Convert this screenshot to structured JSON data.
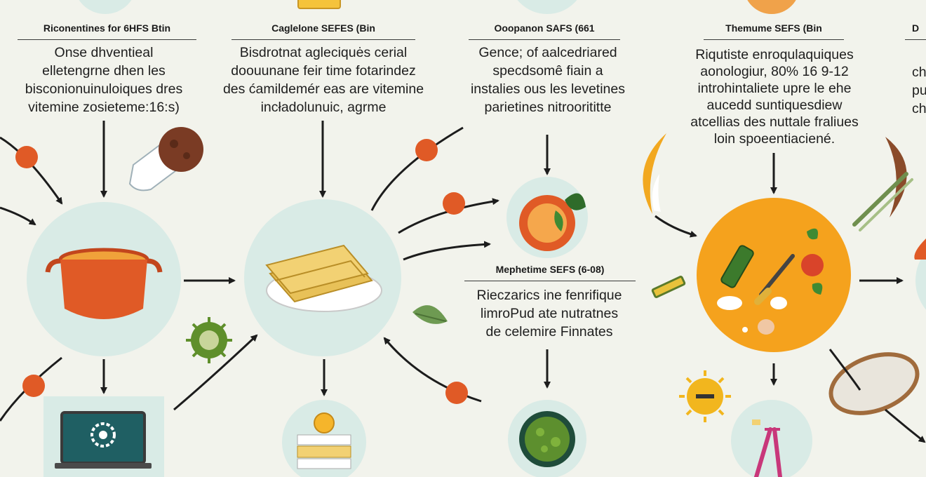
{
  "steps": [
    {
      "header": "Riconentines for 6HFS Btin",
      "text": "Onse dhventieal\nelletengrne dhen les\nbisconionuinuloiques dres\nvitemine zosieteme:16:s)"
    },
    {
      "header": "Caglelone SEFES (Bin",
      "text": "Bisdrotnat agleciquės cerial\ndoouunane feir time fotarindez\ndes ćamildemér eas are vitemine\nincładolunuic, agrme"
    },
    {
      "header": "Ooopanon SAFS (661",
      "text": "Gence; of aalcedriared\nspecdsomê fiain a\ninstalies ous les levetines\nparietines nitroorititte"
    },
    {
      "header": "Themume SEFS (Bin",
      "text": "Riqutiste enroqulaquiques\naonologiur, 80% 16 9-12\nintrohintaliete upre le ehe\naucedd suntiquesdiew\natcellias des nuttale fraliues\nloin spoeentiaciené."
    },
    {
      "header": "Mephetime SEFS (6-08)",
      "text": "Rieczarics ine fenrifique\nlimroPud ate nutratnes\nde celemire Finnates"
    },
    {
      "header": "D",
      "text": "ch\npu\nch"
    }
  ],
  "colors": {
    "background": "#f2f3ec",
    "circle": "#d9ebe6",
    "accent_orange": "#e05a26",
    "hub_yellow": "#f5a21d",
    "arrow": "#1c1c1c"
  },
  "icons": [
    "cooking-pot-icon",
    "flatbread-plate-icon",
    "fruit-bowl-icon",
    "vegetable-mix-icon",
    "laptop-icon",
    "coins-stack-icon",
    "herb-bowl-icon",
    "fork-utensil-icon",
    "pill-bottle-icon",
    "sun-icon",
    "leaf-icon",
    "plate-icon"
  ]
}
